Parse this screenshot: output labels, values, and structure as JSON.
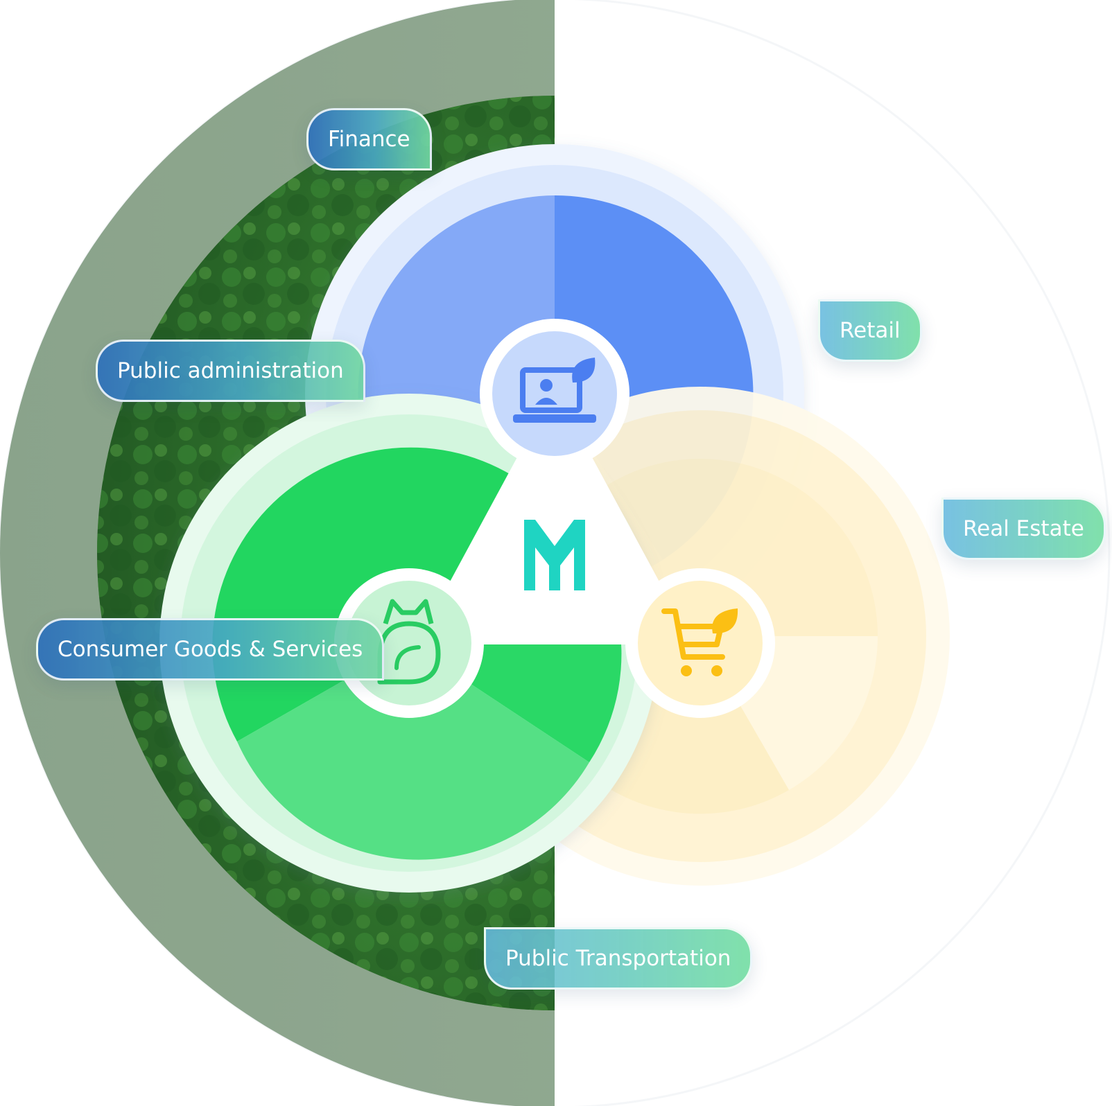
{
  "logo": {
    "letter": "M",
    "color": "#1fd4c2"
  },
  "colors": {
    "blue_segment": "#5b8ff5",
    "blue_segment_light": "#84a9f7",
    "green_segment": "#24d660",
    "green_segment_light": "#55e085",
    "yellow_segment": "#fdefc3",
    "yellow_segment_light": "#fff6da",
    "cart_icon": "#fbbf14",
    "laptop_icon": "#4b7ef0",
    "leaf_icon": "#29cc62",
    "forest": "#2f6b2c"
  },
  "icons": [
    "laptop-leaf-icon",
    "shopping-cart-leaf-icon",
    "leaf-cat-icon",
    "m-logo-icon"
  ],
  "tags": [
    {
      "id": "finance",
      "label": "Finance"
    },
    {
      "id": "public-administration",
      "label": "Public administration"
    },
    {
      "id": "consumer-goods",
      "label": "Consumer Goods & Services"
    },
    {
      "id": "retail",
      "label": "Retail"
    },
    {
      "id": "real-estate",
      "label": "Real Estate"
    },
    {
      "id": "public-transportation",
      "label": "Public Transportation"
    }
  ]
}
